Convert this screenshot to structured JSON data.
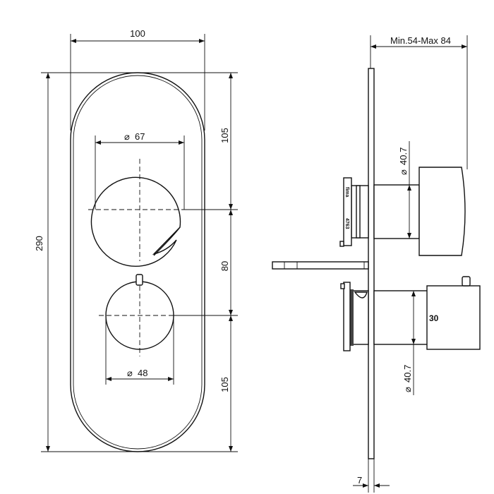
{
  "front_view": {
    "width_dim": "100",
    "height_dim": "290",
    "top_spacing_dim": "105",
    "center_spacing_dim": "80",
    "bottom_spacing_dim": "105",
    "upper_knob_diameter": "67",
    "lower_knob_diameter": "48"
  },
  "side_view": {
    "depth_dim": "Min.54-Max 84",
    "upper_stem_diameter": "40.7",
    "lower_stem_diameter": "40.7",
    "plate_thickness_dim": "7",
    "temperature_mark": "30",
    "flange_marking_1": "fima",
    "flange_marking_2": "4763"
  },
  "diameter_symbol": "⌀"
}
